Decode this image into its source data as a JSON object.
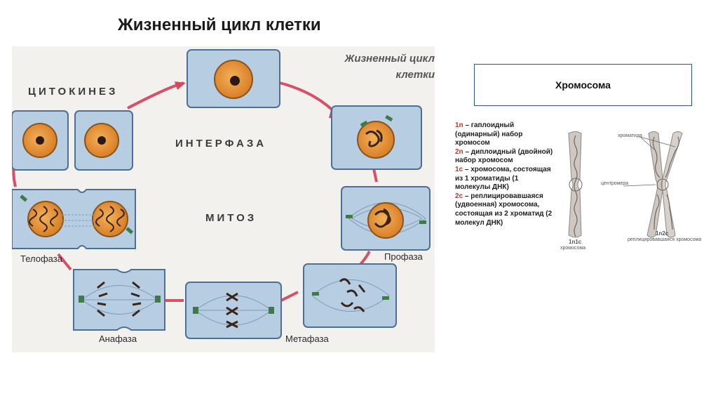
{
  "slide_title": "Жизненный цикл клетки",
  "figure": {
    "title_line1": "Жизненный цикл",
    "title_line2": "клетки",
    "labels": {
      "cytokinesis": "ЦИТОКИНЕЗ",
      "interphase": "ИНТЕРФАЗА",
      "mitosis": "МИТОЗ",
      "telophase": "Телофаза",
      "prophase": "Профаза",
      "anaphase": "Анафаза",
      "metaphase": "Метафаза"
    }
  },
  "chromosome_box": "Хромосома",
  "legend": [
    {
      "key": "1n",
      "text": " – гаплоидный (одинарный) набор хромосом"
    },
    {
      "key": "2n",
      "text": " – диплоидный (двойной) набор хромосом"
    },
    {
      "key": "1c",
      "text": " – хромосома, состоящая из 1 хроматиды (1 молекулы ДНК)"
    },
    {
      "key": "2c",
      "text": " – реплицировавшаяся (удвоенная) хромосома, состоящая из 2 хроматид (2 молекул ДНК)"
    }
  ],
  "chromosome_figure": {
    "chromatid": "хроматида",
    "centromere": "центромера",
    "left_code": "1n1c",
    "left_caption": "хромосома",
    "right_code": "1n2c",
    "right_caption": "реплицировавшаяся хромосома"
  },
  "colors": {
    "cell_fill": "#b7cde2",
    "cell_border": "#4e6f92",
    "nucleus": "#e08a2a",
    "arrow": "#d6475a",
    "ring": "#d84f6a",
    "legend_key": "#c0392b",
    "box_border": "#2f528f"
  }
}
